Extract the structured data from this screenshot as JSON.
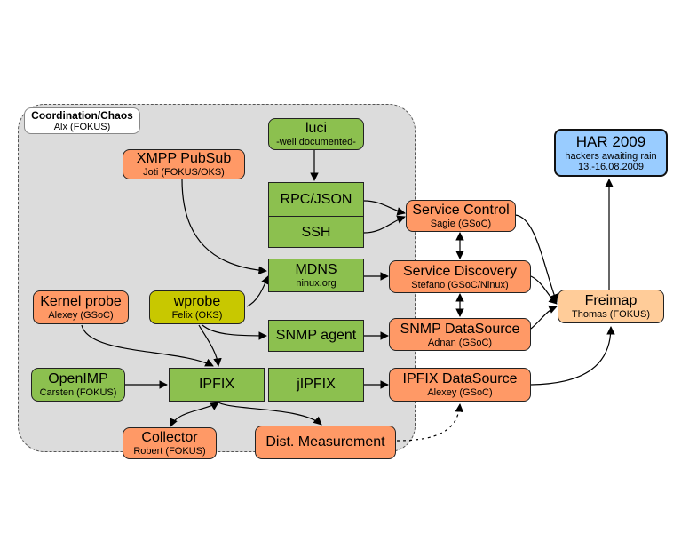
{
  "region": {
    "title": "Coordination/Chaos",
    "subtitle": "Alx (FOKUS)"
  },
  "nodes": {
    "luci": {
      "title": "luci",
      "subtitle": "-well documented-"
    },
    "rpcjson": {
      "title": "RPC/JSON"
    },
    "ssh": {
      "title": "SSH"
    },
    "xmpp": {
      "title": "XMPP PubSub",
      "subtitle": "Joti (FOKUS/OKS)"
    },
    "mdns": {
      "title": "MDNS",
      "subtitle": "ninux.org"
    },
    "kernelprobe": {
      "title": "Kernel probe",
      "subtitle": "Alexey (GSoC)"
    },
    "wprobe": {
      "title": "wprobe",
      "subtitle": "Felix (OKS)"
    },
    "snmpagent": {
      "title": "SNMP agent"
    },
    "openimp": {
      "title": "OpenIMP",
      "subtitle": "Carsten (FOKUS)"
    },
    "ipfix": {
      "title": "IPFIX"
    },
    "jipfix": {
      "title": "jIPFIX"
    },
    "collector": {
      "title": "Collector",
      "subtitle": "Robert (FOKUS)"
    },
    "distmeasurement": {
      "title": "Dist. Measurement"
    },
    "servicecontrol": {
      "title": "Service Control",
      "subtitle": "Sagie (GSoC)"
    },
    "servicediscovery": {
      "title": "Service Discovery",
      "subtitle": "Stefano (GSoC/Ninux)"
    },
    "snmpdatasource": {
      "title": "SNMP DataSource",
      "subtitle": "Adnan (GSoC)"
    },
    "ipfixdatasource": {
      "title": "IPFIX DataSource",
      "subtitle": "Alexey (GSoC)"
    },
    "freimap": {
      "title": "Freimap",
      "subtitle": "Thomas (FOKUS)"
    },
    "har": {
      "title": "HAR 2009",
      "subtitle": "hackers awaiting rain",
      "subtitle2": "13.-16.08.2009"
    }
  },
  "colors": {
    "orange": "#ff9966",
    "green": "#8cc04f",
    "olive": "#c8c800",
    "peach": "#ffcc99",
    "blue": "#99ccff",
    "region": "#dcdcdc"
  }
}
